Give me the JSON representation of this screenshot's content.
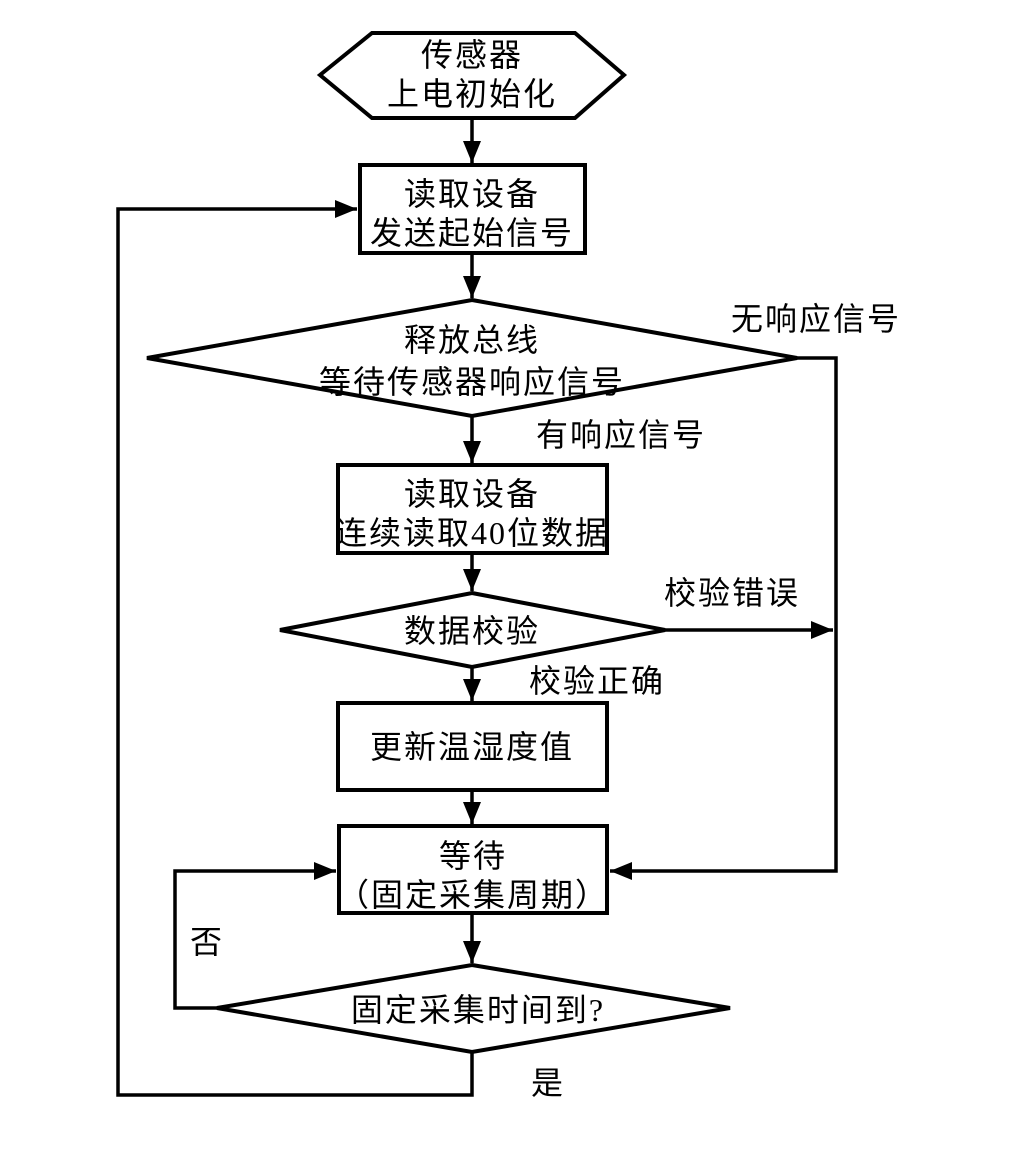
{
  "diagram": {
    "type": "flowchart",
    "background_color": "#ffffff",
    "line_color": "#000000",
    "nodes": {
      "start": {
        "shape": "hexagon",
        "line1": "传感器",
        "line2": "上电初始化"
      },
      "send_start_signal": {
        "shape": "rect",
        "line1": "读取设备",
        "line2": "发送起始信号"
      },
      "wait_response": {
        "shape": "diamond",
        "line1": "释放总线",
        "line2": "等待传感器响应信号"
      },
      "read_40bit": {
        "shape": "rect",
        "line1": "读取设备",
        "line2": "连续读取40位数据"
      },
      "data_check": {
        "shape": "diamond",
        "line1": "数据校验"
      },
      "update_value": {
        "shape": "rect",
        "line1": "更新温湿度值"
      },
      "wait_cycle": {
        "shape": "rect",
        "line1": "等待",
        "line2": "（固定采集周期）"
      },
      "time_reached": {
        "shape": "diamond",
        "line1": "固定采集时间到?"
      }
    },
    "edge_labels": {
      "no_response": "无响应信号",
      "has_response": "有响应信号",
      "check_error": "校验错误",
      "check_ok": "校验正确",
      "no": "否",
      "yes": "是"
    }
  }
}
